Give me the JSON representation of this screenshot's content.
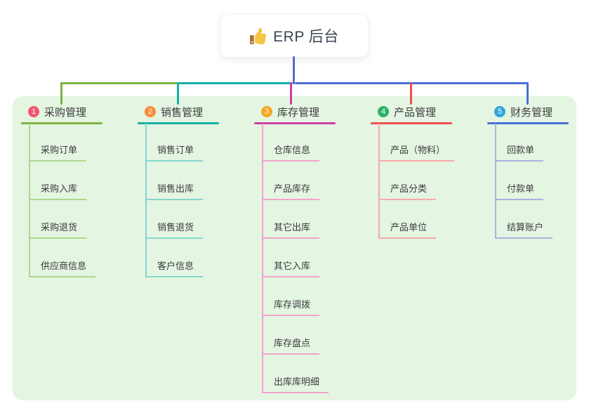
{
  "root": {
    "title": "ERP 后台",
    "icon": "thumbs-up-icon",
    "card_background": "#ffffff",
    "text_color": "#3b4455"
  },
  "canvas": {
    "background": "#ffffff",
    "panel_background": "#e4f5e2"
  },
  "trunk": {
    "color": "#5a69c7"
  },
  "branches": [
    {
      "num": "1",
      "label": "采购管理",
      "badge_color": "#f2566e",
      "line_color": "#7cb342",
      "child_line_color": "#b0d78e",
      "children": [
        "采购订单",
        "采购入库",
        "采购退货",
        "供应商信息"
      ]
    },
    {
      "num": "2",
      "label": "销售管理",
      "badge_color": "#fb8a3c",
      "line_color": "#14b0a5",
      "child_line_color": "#85d6ce",
      "children": [
        "销售订单",
        "销售出库",
        "销售退货",
        "客户信息"
      ]
    },
    {
      "num": "3",
      "label": "库存管理",
      "badge_color": "#f7a722",
      "line_color": "#cf3ba5",
      "child_line_color": "#f2a3cc",
      "children": [
        "仓库信息",
        "产品库存",
        "其它出库",
        "其它入库",
        "库存调拨",
        "库存盘点",
        "出库库明细"
      ]
    },
    {
      "num": "4",
      "label": "产品管理",
      "badge_color": "#2eb167",
      "line_color": "#ef5051",
      "child_line_color": "#f5a9a9",
      "children": [
        "产品（物料）",
        "产品分类",
        "产品单位"
      ]
    },
    {
      "num": "5",
      "label": "财务管理",
      "badge_color": "#2fa7dc",
      "line_color": "#4a6fd8",
      "child_line_color": "#a5b4e0",
      "children": [
        "回款单",
        "付款单",
        "结算账户"
      ]
    }
  ]
}
